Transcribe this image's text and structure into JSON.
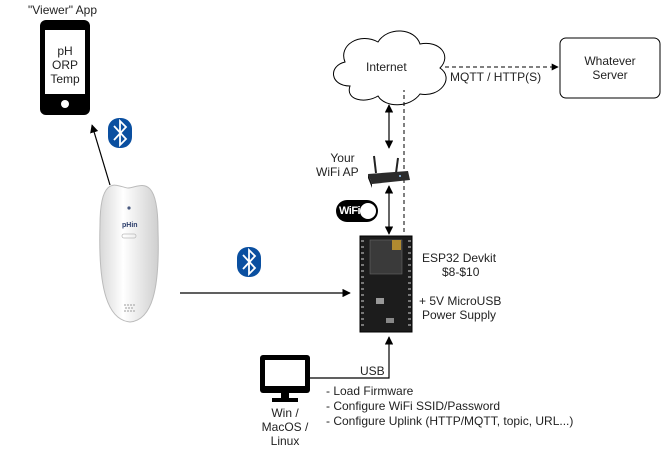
{
  "phone": {
    "title": "\"Viewer\" App",
    "lines": [
      "pH",
      "ORP",
      "Temp"
    ]
  },
  "internet": {
    "label": "Internet"
  },
  "server": {
    "line1": "Whatever",
    "line2": "Server"
  },
  "protocol": {
    "label": "MQTT / HTTP(S)"
  },
  "wifi_ap": {
    "line1": "Your",
    "line2": "WiFi AP"
  },
  "wifi_logo": {
    "text": "WiFi"
  },
  "esp32": {
    "line1": "ESP32 Devkit",
    "line2": "$8-$10",
    "line3": "+ 5V MicroUSB",
    "line4": "Power Supply"
  },
  "sensor": {
    "brand": "pHin"
  },
  "usb": {
    "label": "USB"
  },
  "computer": {
    "line1": "Win /",
    "line2": "MacOS /",
    "line3": "Linux"
  },
  "tasks": [
    "- Load Firmware",
    "- Configure WiFi SSID/Password",
    "- Configure Uplink (HTTP/MQTT, topic, URL...)"
  ],
  "colors": {
    "bluetooth": "#0a4fa0",
    "line": "#000000"
  }
}
